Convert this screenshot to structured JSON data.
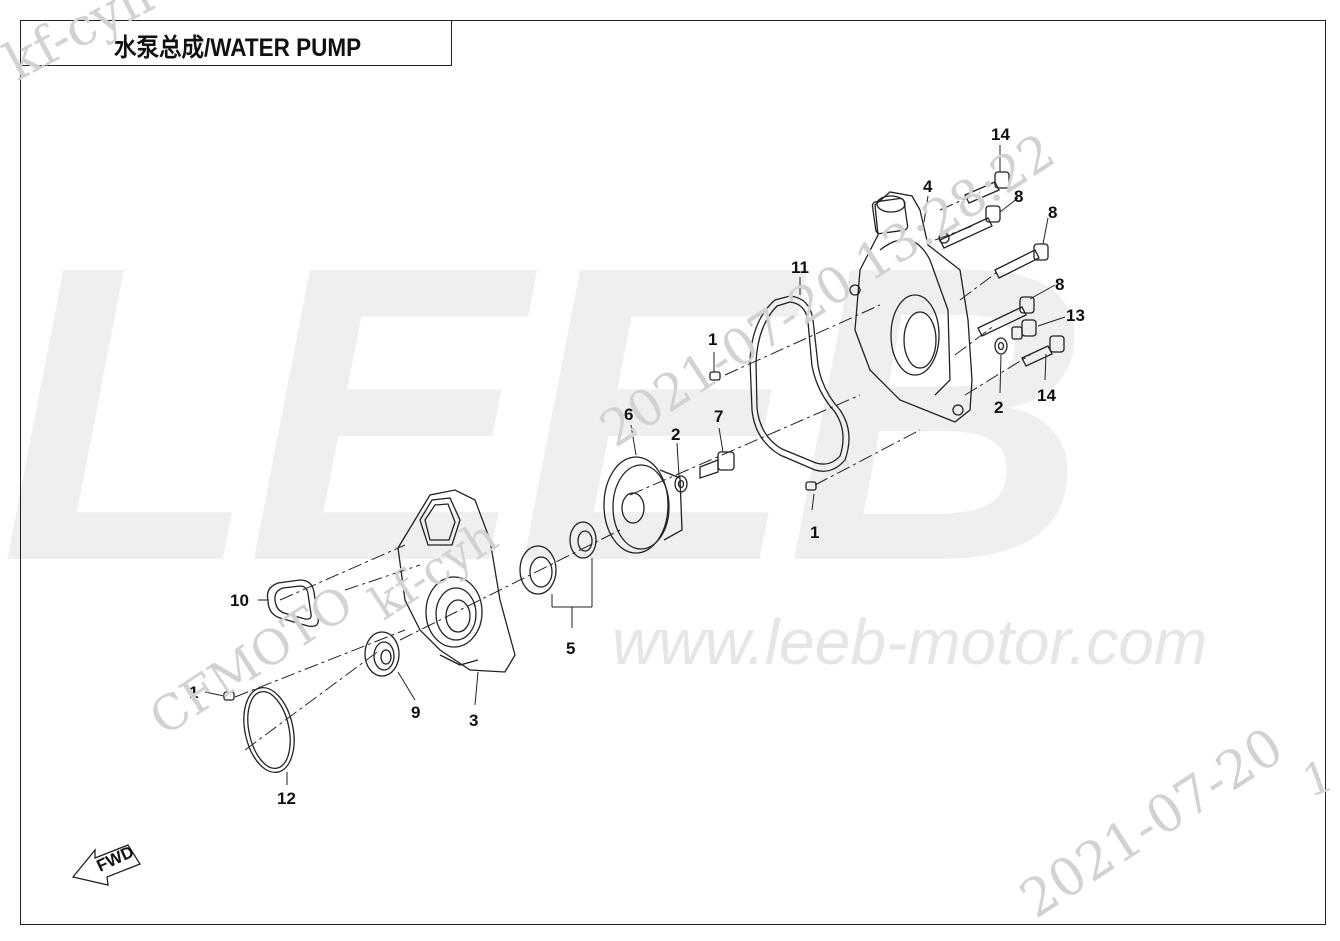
{
  "title": "水泵总成/WATER PUMP",
  "background_wordmark": "LEEB",
  "website_watermark": "www.leeb-motor.com",
  "watermarks": {
    "user_top": "kf-cyh",
    "timestamp_top": "2021-07-20 13:28:22",
    "user_mid": "kf-cyh",
    "brand": "CFMOTO",
    "date_bottom": "2021-07-20",
    "corner_digit": "1"
  },
  "fwd_badge": "FWD",
  "callouts": {
    "c1a": "1",
    "c1b": "1",
    "c1c": "1",
    "c2a": "2",
    "c2b": "2",
    "c3": "3",
    "c4": "4",
    "c5": "5",
    "c6": "6",
    "c7": "7",
    "c8a": "8",
    "c8b": "8",
    "c8c": "8",
    "c9": "9",
    "c10": "10",
    "c11": "11",
    "c12": "12",
    "c13": "13",
    "c14a": "14",
    "c14b": "14"
  },
  "colors": {
    "line": "#222222",
    "watermark": "#d2d2d2",
    "logo_bg": "#efefef"
  }
}
